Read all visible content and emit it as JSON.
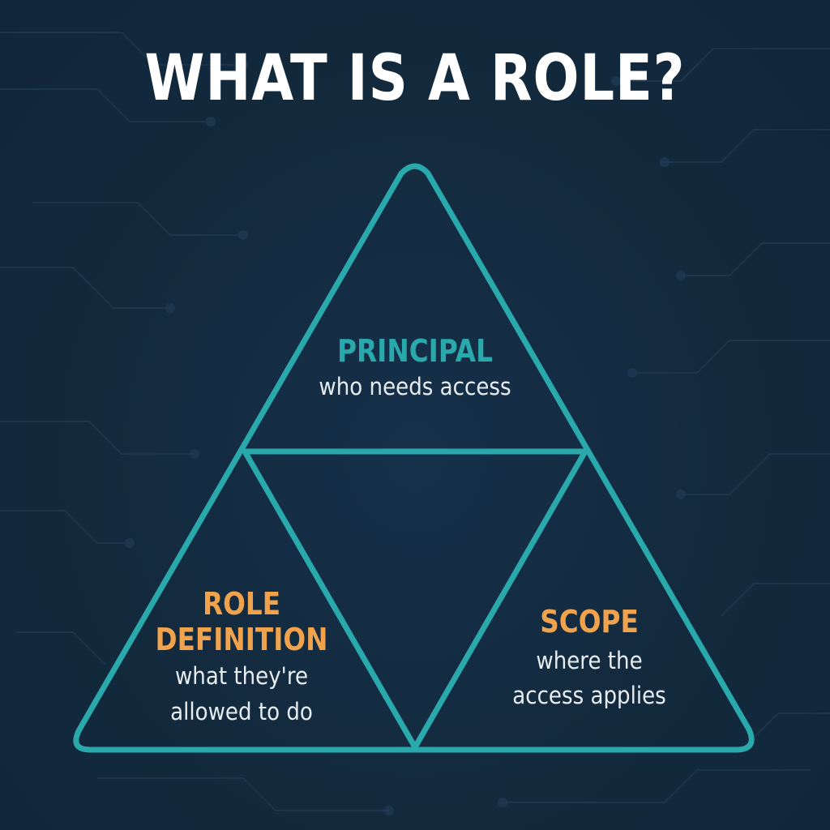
{
  "title": "WHAT IS A ROLE?",
  "colors": {
    "background": "#132a3d",
    "outline": "#2aa9ad",
    "principal_heading": "#2aa9ad",
    "accent_orange": "#f0a24c",
    "text": "#e7ecef"
  },
  "sections": {
    "principal": {
      "heading": "PRINCIPAL",
      "description": "who needs access"
    },
    "role_definition": {
      "heading_line1": "ROLE",
      "heading_line2": "DEFINITION",
      "description_line1": "what they're",
      "description_line2": "allowed to do"
    },
    "scope": {
      "heading": "SCOPE",
      "description_line1": "where the",
      "description_line2": "access applies"
    }
  }
}
